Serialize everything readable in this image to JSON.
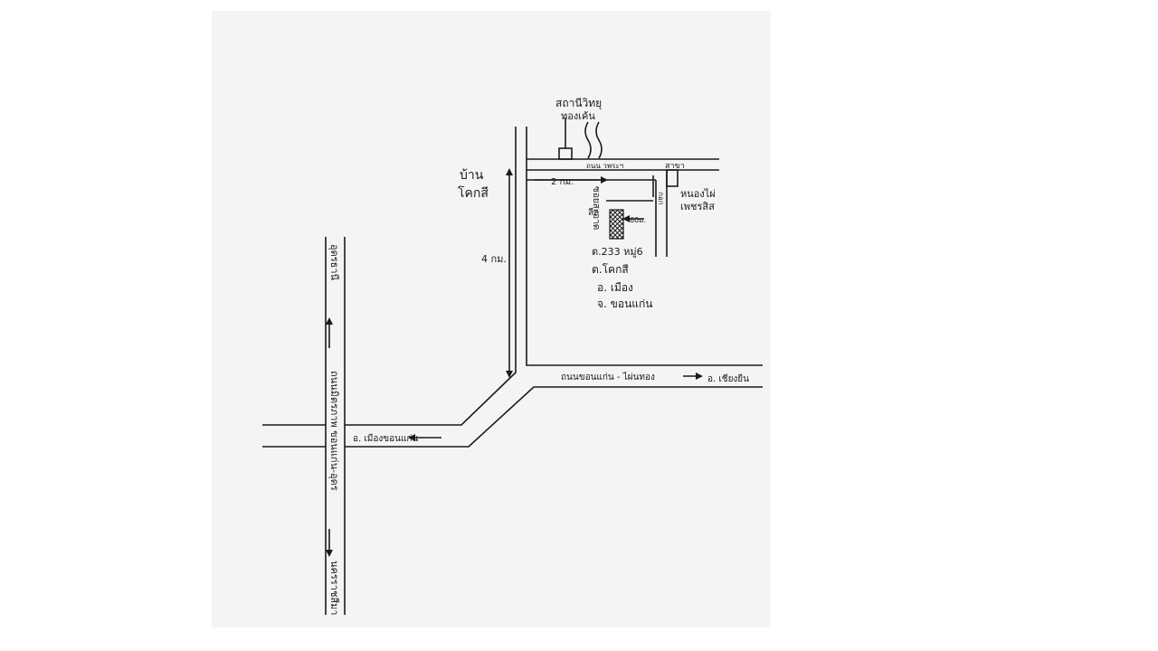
{
  "map": {
    "labels": {
      "station_line1": "สถานีวิทยุ",
      "station_line2": "ทองเค้น",
      "road_top": "ถนน วพระฯ",
      "road_top_km": "สาขา",
      "village_line1": "บ้าน",
      "village_line2": "โคกสี",
      "dist_2km": "2 กม.",
      "dist_4km": "4 กม.",
      "dist_side": "กอก",
      "pond_line1": "หนองไผ่",
      "pond_line2": "เพชรสิส",
      "lane_name": "ซอยสะอาด",
      "lane_name2": "ลีล",
      "site_dist": "60ม.",
      "addr_line1": "ต.233 หมู่6",
      "addr_line2": "ต.โคกสี",
      "addr_line3": "อ. เมือง",
      "addr_line4": "จ. ขอนแก่น",
      "road_bottom": "ถนนขอนแก่น - ไผ่นทอง",
      "to_district": "อ. เชียงยืน",
      "to_city": "อ. เมืองขอนแก่น",
      "highway_mid": "ถนนมิตรภาพ ขอนแก่น-อุดร",
      "highway_top": "อุดรธานี",
      "highway_bottom": "นครราชสีมา"
    },
    "colors": {
      "ink": "#1a1a1a",
      "paper": "#f4f4f4",
      "background": "#ffffff"
    }
  }
}
